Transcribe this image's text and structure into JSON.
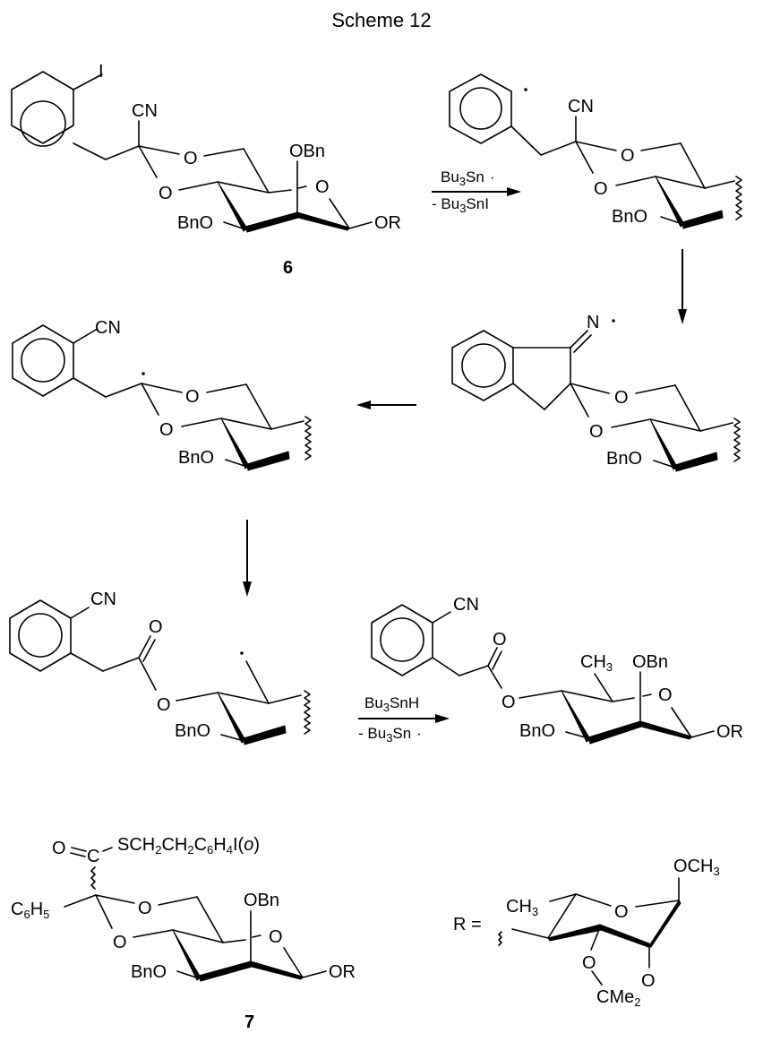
{
  "title": "Scheme 12",
  "compounds": {
    "c6": {
      "label": "6",
      "substituents": [
        "I",
        "CN",
        "O",
        "O",
        "OBn",
        "O",
        "BnO",
        "OR"
      ]
    },
    "aryl_radical": {
      "substituents": [
        "CN",
        "O",
        "O",
        "BnO"
      ]
    },
    "iminyl_radical": {
      "substituents": [
        "N",
        "O",
        "O",
        "BnO"
      ]
    },
    "acetal_radical": {
      "substituents": [
        "CN",
        "O",
        "O",
        "BnO"
      ]
    },
    "ester_radical": {
      "substituents": [
        "CN",
        "O",
        "O",
        "BnO"
      ]
    },
    "product": {
      "substituents": [
        "CN",
        "O",
        "O",
        "CH3",
        "OBn",
        "O",
        "BnO",
        "OR"
      ]
    },
    "c7": {
      "label": "7",
      "substituents": [
        "O",
        "C",
        "SCH2CH2C6H4I(o)",
        "C6H5",
        "O",
        "O",
        "OBn",
        "O",
        "BnO",
        "OR"
      ]
    },
    "r_group": {
      "prefix": "R =",
      "substituents": [
        "CH3",
        "O",
        "OCH3",
        "O",
        "O",
        "CMe2"
      ]
    }
  },
  "arrows": {
    "a1": {
      "above": "Bu3Sn",
      "above_sub": "3",
      "below": "- Bu3SnI",
      "direction": "right"
    },
    "a2": {
      "direction": "down"
    },
    "a3": {
      "direction": "left"
    },
    "a4": {
      "direction": "down"
    },
    "a5": {
      "above": "Bu3SnH",
      "above_sub": "3",
      "below": "- Bu3Sn",
      "direction": "right"
    }
  },
  "text": {
    "I": "I",
    "CN": "CN",
    "O": "O",
    "OBn": "OBn",
    "BnO": "BnO",
    "OR": "OR",
    "N": "N",
    "CH": "CH",
    "three": "3",
    "C": "C",
    "S1": "SCH",
    "two": "2",
    "CH2C": "CH",
    "C6": "C",
    "six": "6",
    "H": "H",
    "four": "4",
    "Io": "I(",
    "o": "o",
    "close": ")",
    "five": "5",
    "Req": "R =",
    "OCH": "OCH",
    "CMe": "CMe",
    "Bu": "Bu",
    "Sn": "Sn",
    "SnI": "SnI",
    "SnH": "SnH",
    "minusBu": "- Bu",
    "dot": "·"
  }
}
